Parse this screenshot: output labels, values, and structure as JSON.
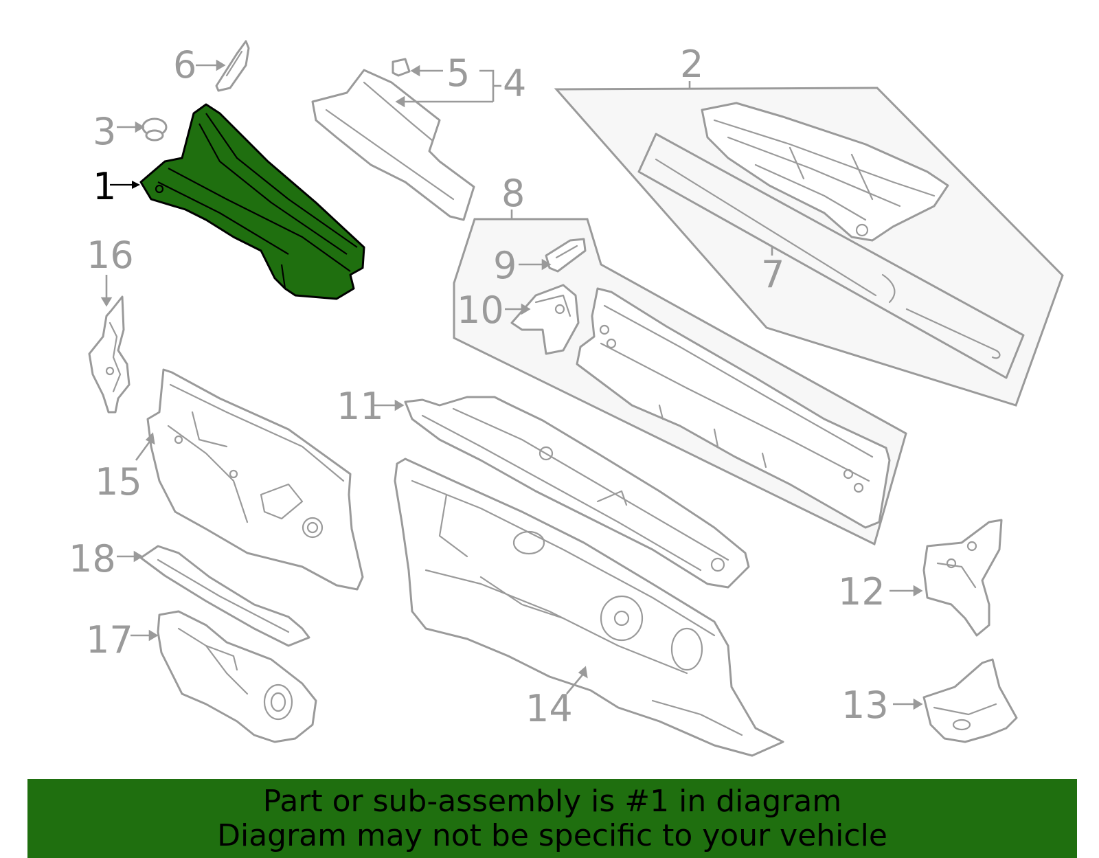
{
  "callouts": {
    "c1": "1",
    "c2": "2",
    "c3": "3",
    "c4": "4",
    "c5": "5",
    "c6": "6",
    "c7": "7",
    "c8": "8",
    "c9": "9",
    "c10": "10",
    "c11": "11",
    "c12": "12",
    "c13": "13",
    "c14": "14",
    "c15": "15",
    "c16": "16",
    "c17": "17",
    "c18": "18"
  },
  "highlighted_part": "1",
  "banner": {
    "line1": "Part or sub-assembly is #1 in diagram",
    "line2": "Diagram may not be specific to your vehicle"
  },
  "colors": {
    "highlight": "#1f6f0f",
    "banner_background": "#1f6f0f",
    "line_art": "#9a9a9a",
    "group_fill": "#f7f7f7"
  }
}
